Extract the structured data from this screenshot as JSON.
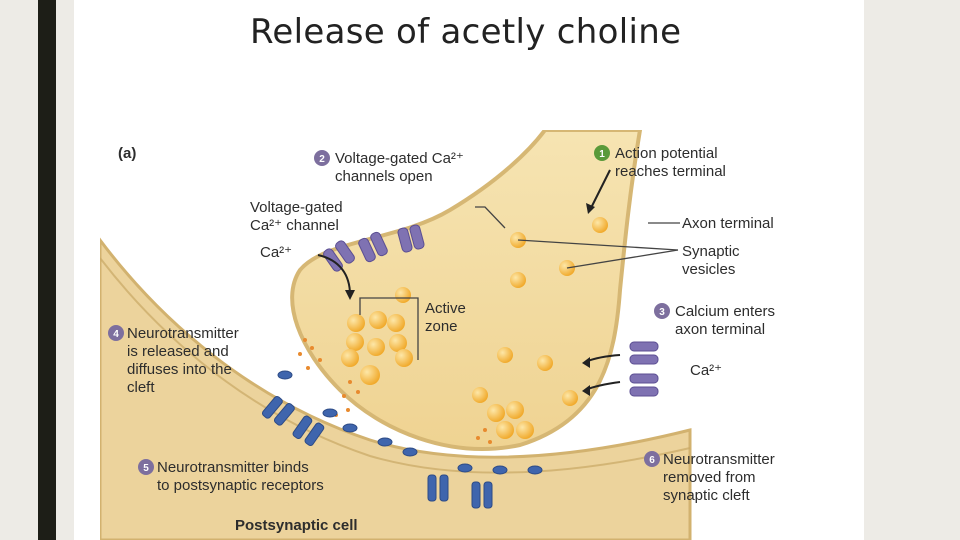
{
  "slide": {
    "title": "Release of acetly choline"
  },
  "diagram": {
    "panel": "(a)",
    "steps": [
      {
        "num": "1",
        "line1": "Action potential",
        "line2": "reaches terminal",
        "color": "#5a9a3a"
      },
      {
        "num": "2",
        "line1": "Voltage-gated Ca²⁺",
        "line2": "channels open",
        "color": "#7d6f9e"
      },
      {
        "num": "3",
        "line1": "Calcium enters",
        "line2": "axon terminal",
        "color": "#7d6f9e"
      },
      {
        "num": "4",
        "line1": "Neurotransmitter",
        "line2": "is released and",
        "line3": "diffuses into the",
        "line4": "cleft",
        "color": "#7d6f9e"
      },
      {
        "num": "5",
        "line1": "Neurotransmitter binds",
        "line2": "to postsynaptic receptors",
        "color": "#7d6f9e"
      },
      {
        "num": "6",
        "line1": "Neurotransmitter",
        "line2": "removed from",
        "line3": "synaptic cleft",
        "color": "#7d6f9e"
      }
    ],
    "labels": {
      "vg_channel_1": "Voltage-gated",
      "vg_channel_2": "Ca²⁺ channel",
      "ca_left": "Ca²⁺",
      "active_zone_1": "Active",
      "active_zone_2": "zone",
      "axon_terminal": "Axon terminal",
      "vesicles_1": "Synaptic",
      "vesicles_2": "vesicles",
      "ca_right": "Ca²⁺",
      "postsynaptic": "Postsynaptic cell"
    },
    "colors": {
      "terminal": "#f3dca0",
      "membrane": "#d9bc7e",
      "postsynaptic": "#ecd39c",
      "vesicle": "#f5b43c",
      "channel": "#7f72b2",
      "receptor": "#3f65ad"
    }
  }
}
